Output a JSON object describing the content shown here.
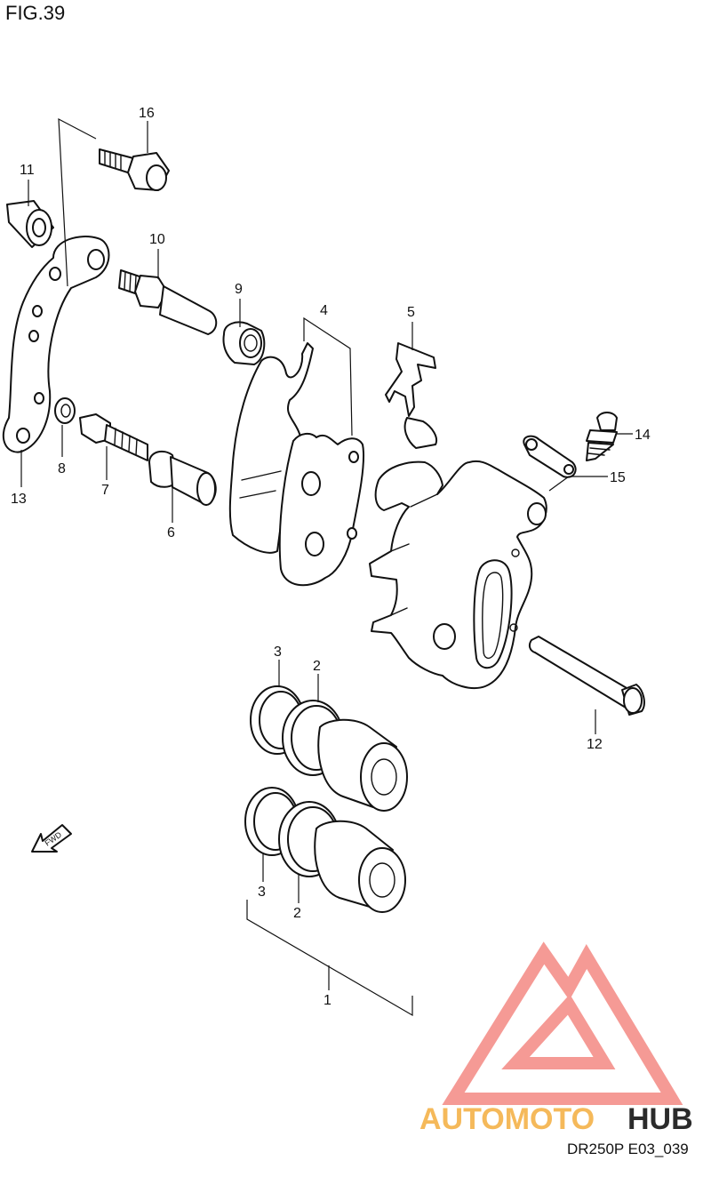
{
  "figure": {
    "title": "FIG.39",
    "code": "DR250P E03_039"
  },
  "callouts": [
    {
      "id": "c1",
      "label": "1"
    },
    {
      "id": "c2a",
      "label": "2"
    },
    {
      "id": "c2b",
      "label": "2"
    },
    {
      "id": "c3a",
      "label": "3"
    },
    {
      "id": "c3b",
      "label": "3"
    },
    {
      "id": "c4",
      "label": "4"
    },
    {
      "id": "c5",
      "label": "5"
    },
    {
      "id": "c6",
      "label": "6"
    },
    {
      "id": "c7",
      "label": "7"
    },
    {
      "id": "c8",
      "label": "8"
    },
    {
      "id": "c9",
      "label": "9"
    },
    {
      "id": "c10",
      "label": "10"
    },
    {
      "id": "c11",
      "label": "11"
    },
    {
      "id": "c12",
      "label": "12"
    },
    {
      "id": "c13",
      "label": "13"
    },
    {
      "id": "c14",
      "label": "14"
    },
    {
      "id": "c15",
      "label": "15"
    },
    {
      "id": "c16",
      "label": "16"
    }
  ],
  "fwd_arrow": {
    "label": "FWD"
  },
  "watermark": {
    "word_part_1": "AUTOMOTO",
    "word_part_2": "HUB",
    "color_1": "#f5b95a",
    "color_2": "#2b2b2b",
    "logo_color": "#f48f8a"
  }
}
